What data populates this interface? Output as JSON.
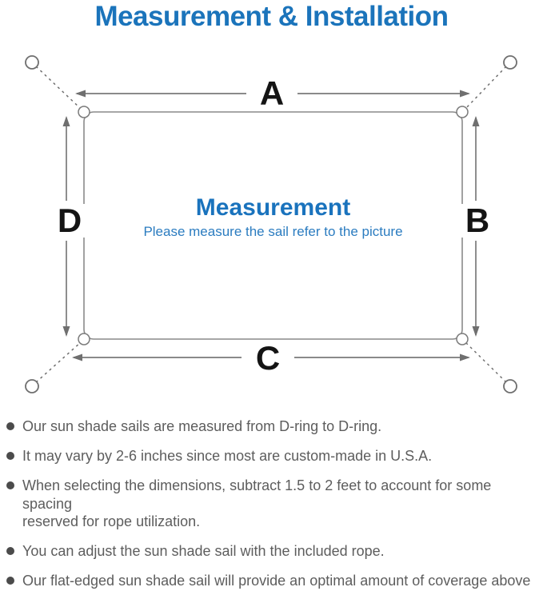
{
  "page": {
    "title": "Measurement & Installation"
  },
  "diagram": {
    "labels": {
      "top": "A",
      "right": "B",
      "bottom": "C",
      "left": "D"
    },
    "center": {
      "heading": "Measurement",
      "subheading": "Please measure the sail refer to the picture"
    },
    "colors": {
      "accent_blue": "#1b74bb",
      "center_blue": "#1a73bd",
      "line_gray": "#7a7a7a",
      "arrow_gray": "#6f6f6f",
      "label_black": "#141414",
      "note_gray": "#5d5d5d"
    }
  },
  "notes": {
    "items": [
      {
        "text": "Our sun shade sails are measured from D-ring to D-ring."
      },
      {
        "text": "It may vary by 2-6 inches since most are custom-made in U.S.A."
      },
      {
        "text": "When selecting the dimensions, subtract 1.5 to 2 feet to account for some spacing\nreserved for rope utilization."
      },
      {
        "text": "You can adjust the sun shade sail with the included rope."
      },
      {
        "text": "Our flat-edged sun shade sail will provide an optimal amount of coverage above\nthe area it’ s placed."
      }
    ]
  }
}
